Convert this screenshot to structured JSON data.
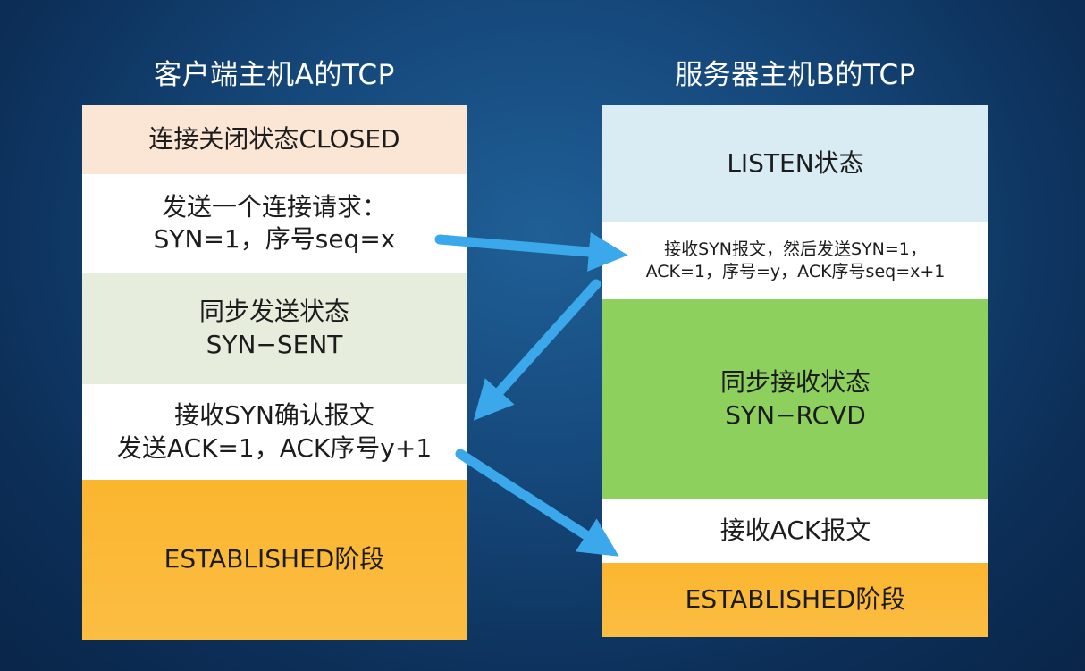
{
  "client": {
    "title": "客户端主机A的TCP",
    "closed": "连接关闭状态CLOSED",
    "send_line1": "发送一个连接请求：",
    "send_line2": "SYN=1，序号seq=x",
    "syn_sent_line1": "同步发送状态",
    "syn_sent_line2": "SYN−SENT",
    "recv_line1": "接收SYN确认报文",
    "recv_line2": "发送ACK=1，ACK序号y+1",
    "established": "ESTABLISHED阶段"
  },
  "server": {
    "title": "服务器主机B的TCP",
    "listen": "LISTEN状态",
    "recv_line1": "接收SYN报文，然后发送SYN=1，",
    "recv_line2": "ACK=1，序号=y，ACK序号seq=x+1",
    "syn_rcvd_line1": "同步接收状态",
    "syn_rcvd_line2": "SYN−RCVD",
    "ack": "接收ACK报文",
    "established": "ESTABLISHED阶段"
  },
  "colors": {
    "closed_bg": "#fbe6d6",
    "white_bg": "#ffffff",
    "syn_sent_bg": "#e7eddc",
    "established_bg": "#fbb935",
    "listen_bg": "#d9ebf3",
    "syn_rcvd_bg": "#8dd05d",
    "arrow": "#3aa8ea"
  }
}
